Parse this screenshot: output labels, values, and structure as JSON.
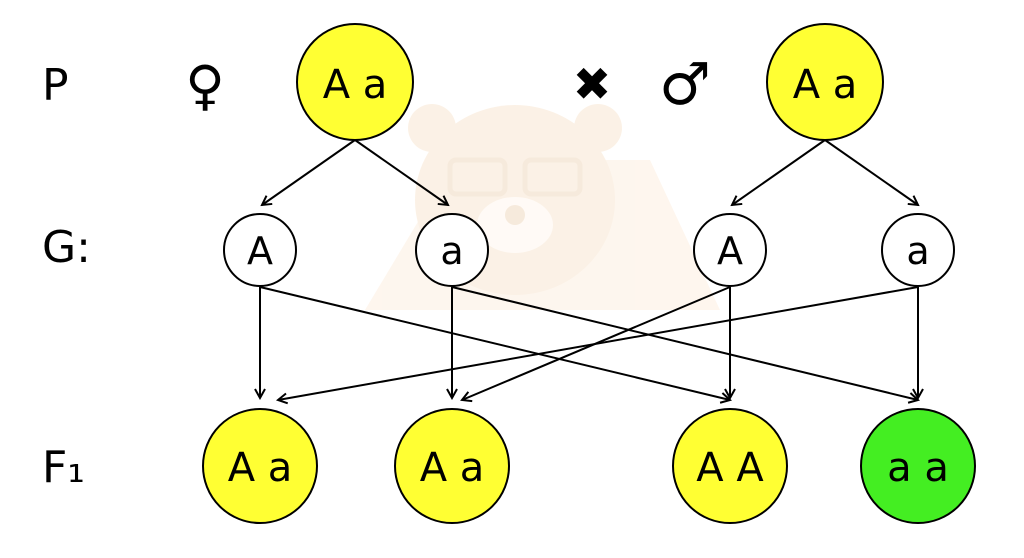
{
  "labels": {
    "parents": "P",
    "gametes": "G:",
    "offspring": "F₁"
  },
  "symbols": {
    "female": "♀",
    "cross": "✖",
    "male": "♂"
  },
  "parents": {
    "female": "A a",
    "male": "A a"
  },
  "gametes": {
    "female_1": "A",
    "female_2": "a",
    "male_1": "A",
    "male_2": "a"
  },
  "offspring": {
    "o1": "A a",
    "o2": "A a",
    "o3": "A A",
    "o4": "a a"
  },
  "colors": {
    "parent_fill": "#ffff33",
    "dominant_fill": "#ffff33",
    "recessive_fill": "#44ee22",
    "gamete_fill": "#ffffff",
    "stroke": "#000000",
    "watermark": "#f5d9b8"
  },
  "icons": {
    "watermark": "bear-with-glasses-logo"
  }
}
